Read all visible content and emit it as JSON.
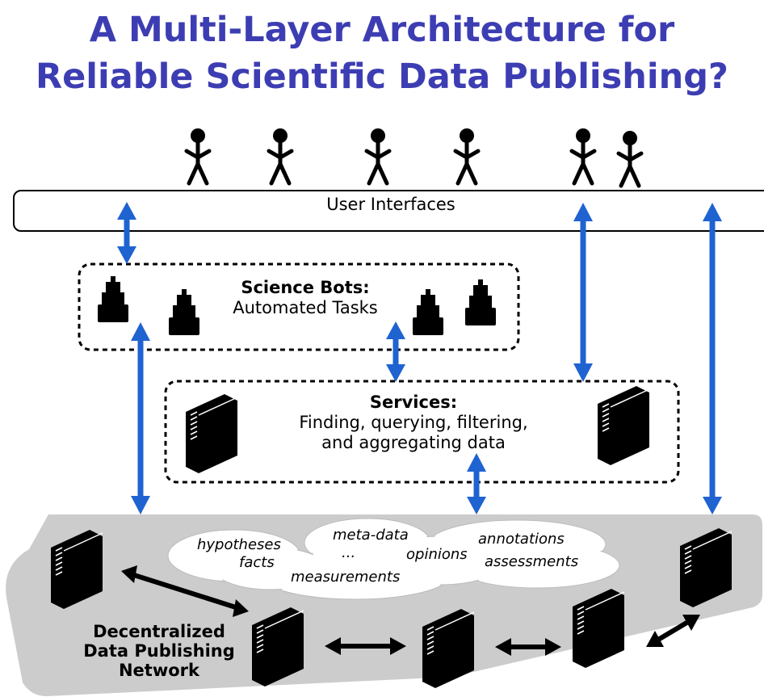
{
  "title": {
    "line1": "A Multi-Layer Architecture for",
    "line2": "Reliable Scientific Data Publishing?"
  },
  "layers": {
    "user_interfaces": "User Interfaces",
    "science_bots": {
      "heading": "Science Bots:",
      "description": "Automated Tasks"
    },
    "services": {
      "heading": "Services:",
      "line1": "Finding, querying, filtering,",
      "line2": "and aggregating data"
    },
    "network": {
      "line1": "Decentralized",
      "line2": "Data Publishing",
      "line3": "Network"
    }
  },
  "cloud_words": {
    "hypotheses": "hypotheses",
    "facts": "facts",
    "meta_data": "meta-data",
    "ellipsis": "...",
    "opinions": "opinions",
    "annotations": "annotations",
    "assessments": "assessments",
    "measurements": "measurements"
  },
  "colors": {
    "title": "#3d3db3",
    "arrow": "#1f63d1",
    "network_bg": "#cccccc",
    "cloud": "#ffffff"
  }
}
